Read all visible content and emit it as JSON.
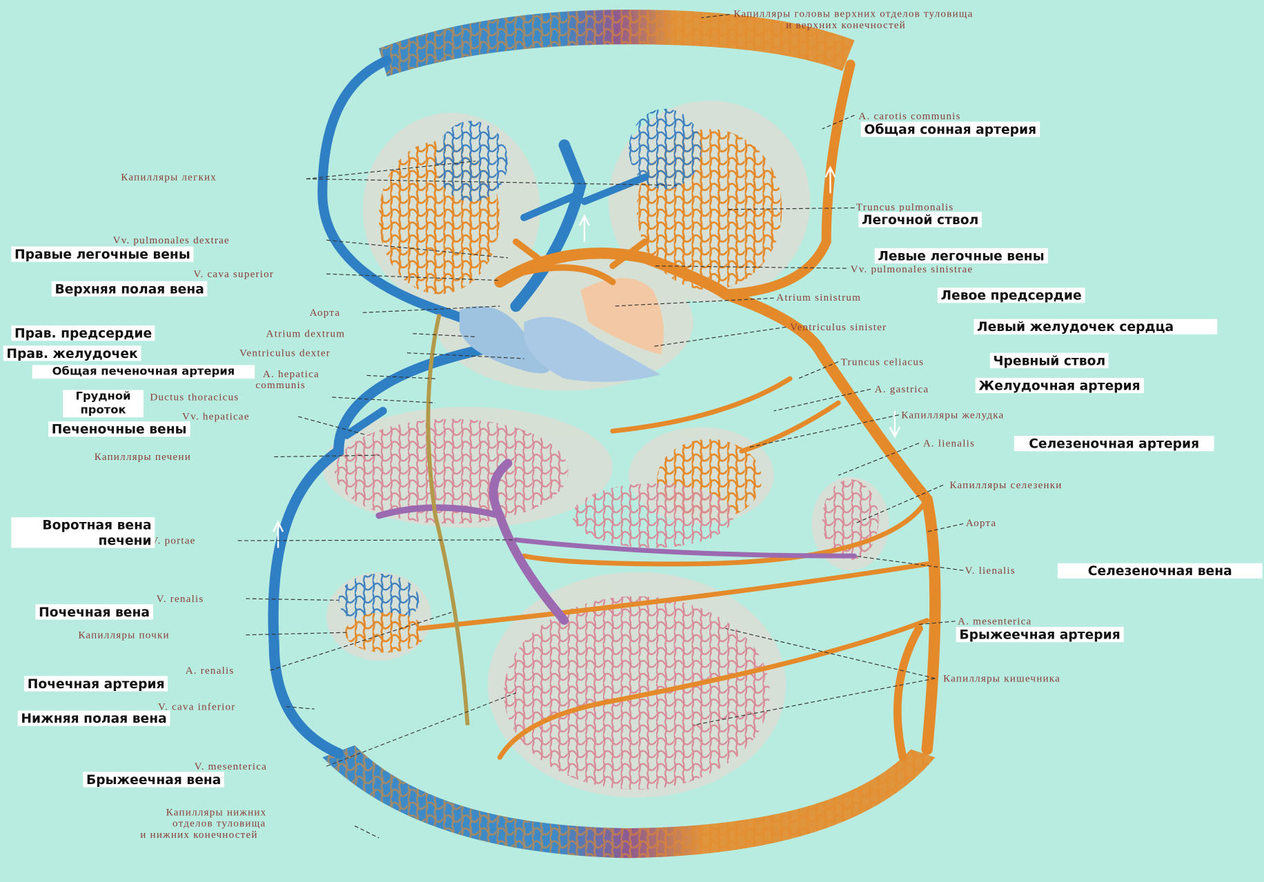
{
  "labels": {
    "top_capillaries_lat": "Капилляры головы верхних отделов туловища",
    "top_capillaries_lat2": "и верхних конечностей",
    "carotis_lat": "A. carotis communis",
    "carotis_ru": "Общая сонная артерия",
    "lung_capillaries_lat": "Капилляры легких",
    "truncus_pulm_lat": "Truncus pulmonalis",
    "truncus_pulm_ru": "Легочной ствол",
    "vv_pulm_dextrae_lat": "Vv. pulmonales dextrae",
    "vv_pulm_dextrae_ru": "Правые легочные вены",
    "vv_pulm_sinistrae_ru": "Левые легочные вены",
    "vv_pulm_sinistrae_lat": "Vv. pulmonales sinistrae",
    "vcs_lat": "V. cava superior",
    "vcs_ru": "Верхняя полая вена",
    "atrium_sin_lat": "Atrium sinistrum",
    "atrium_sin_ru": "Левое предсердие",
    "aorta_top_lat": "Аорта",
    "atrium_dex_ru": "Прав. предсердие",
    "atrium_dex_lat": "Atrium dextrum",
    "ventr_sin_lat": "Ventriculus sinister",
    "ventr_sin_ru": "Левый желудочек сердца",
    "ventr_dex_ru": "Прав. желудочек",
    "ventr_dex_lat": "Ventriculus dexter",
    "celiac_lat": "Truncus celiacus",
    "celiac_ru": "Чревный ствол",
    "hepatica_ru": "Общая печеночная артерия",
    "hepatica_lat": "A. hepatica",
    "hepatica_lat2": "communis",
    "gastrica_lat": "A. gastrica",
    "gastrica_ru": "Желудочная артерия",
    "duct_ru": "Грудной проток",
    "duct_lat": "Ductus thoracicus",
    "vv_hepaticae_lat": "Vv. hepaticae",
    "vv_hepaticae_ru": "Печеночные вены",
    "stomach_cap_lat": "Капилляры желудка",
    "lienalis_lat": "A. lienalis",
    "lienalis_ru": "Селезеночная артерия",
    "liver_cap_lat": "Капилляры печени",
    "spleen_cap_lat": "Капилляры селезенки",
    "portae_ru": "Воротная вена печени",
    "portae_lat": "V. portae",
    "aorta_bottom_lat": "Аорта",
    "v_lienalis_lat": "V. lienalis",
    "v_lienalis_ru": "Селезеночная вена",
    "v_renalis_lat": "V. renalis",
    "v_renalis_ru": "Почечная вена",
    "mesenterica_a_lat": "A. mesenterica",
    "mesenterica_a_ru": "Брыжеечная артерия",
    "kidney_cap_lat": "Капилляры почки",
    "a_renalis_lat": "A. renalis",
    "a_renalis_ru": "Почечная артерия",
    "intestine_cap_lat": "Капилляры кишечника",
    "vci_lat": "V. cava inferior",
    "vci_ru": "Нижняя полая вена",
    "v_mesenterica_lat": "V. mesenterica",
    "v_mesenterica_ru": "Брыжеечная вена",
    "bottom_cap_lat1": "Капилляры нижних",
    "bottom_cap_lat2": "отделов туловища",
    "bottom_cap_lat3": "и нижних конечностей"
  },
  "colors": {
    "background": "#b8ece0",
    "arterial": "#e58a2a",
    "venous": "#2f7fc4",
    "portal": "#9b6ab0",
    "latin_text": "#8a3f38"
  }
}
